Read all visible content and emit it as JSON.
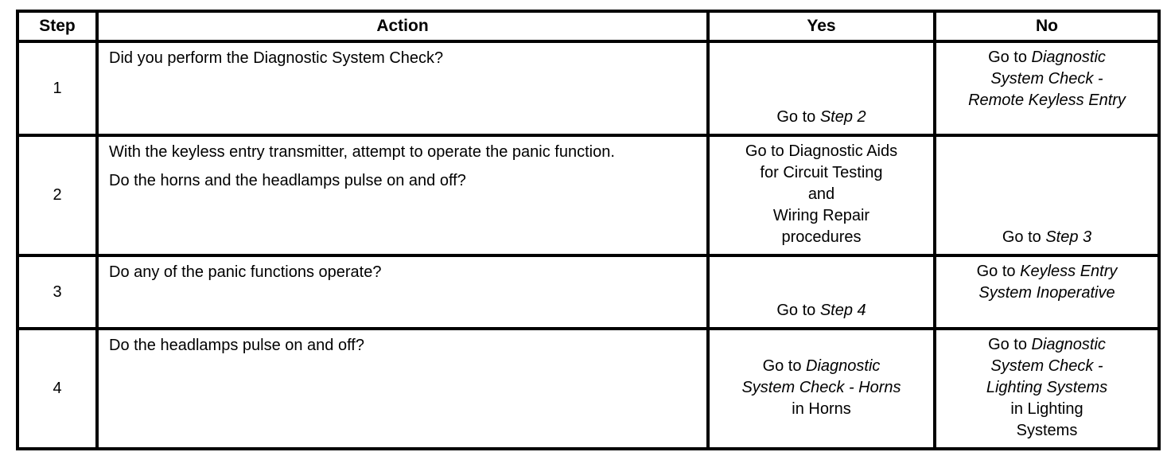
{
  "colors": {
    "background": "#ffffff",
    "border": "#000000",
    "text": "#000000"
  },
  "table": {
    "headers": [
      "Step",
      "Action",
      "Yes",
      "No"
    ],
    "rows": [
      {
        "step": "1",
        "action": [
          "Did you perform the Diagnostic System Check?"
        ],
        "yes": [
          [
            "Go to ",
            {
              "t": "Step 2",
              "i": true
            }
          ]
        ],
        "no": [
          [
            "Go to ",
            {
              "t": "Diagnostic",
              "i": true
            }
          ],
          [
            {
              "t": "System Check -",
              "i": true
            }
          ],
          [
            {
              "t": "Remote Keyless Entry",
              "i": true
            }
          ]
        ]
      },
      {
        "step": "2",
        "action": [
          "With the keyless entry transmitter, attempt to operate the panic function.",
          "Do the horns and the headlamps pulse on and off?"
        ],
        "yes": [
          [
            "Go to Diagnostic Aids"
          ],
          [
            "for Circuit Testing"
          ],
          [
            "and"
          ],
          [
            "Wiring Repair"
          ],
          [
            "procedures"
          ]
        ],
        "no": [
          [
            "Go to ",
            {
              "t": "Step 3",
              "i": true
            }
          ]
        ]
      },
      {
        "step": "3",
        "action": [
          "Do any of the panic functions operate?"
        ],
        "yes": [
          [
            "Go to ",
            {
              "t": "Step 4",
              "i": true
            }
          ]
        ],
        "no": [
          [
            "Go to ",
            {
              "t": "Keyless Entry",
              "i": true
            }
          ],
          [
            {
              "t": "System Inoperative",
              "i": true
            }
          ]
        ]
      },
      {
        "step": "4",
        "action": [
          "Do the headlamps pulse on and off?"
        ],
        "yes": [
          [
            "Go to ",
            {
              "t": "Diagnostic",
              "i": true
            }
          ],
          [
            {
              "t": "System Check - Horns",
              "i": true
            }
          ],
          [
            "in Horns"
          ]
        ],
        "no": [
          [
            "Go to ",
            {
              "t": "Diagnostic",
              "i": true
            }
          ],
          [
            {
              "t": "System Check -",
              "i": true
            }
          ],
          [
            {
              "t": "Lighting Systems",
              "i": true
            }
          ],
          [
            "in Lighting"
          ],
          [
            "Systems"
          ]
        ]
      }
    ]
  }
}
